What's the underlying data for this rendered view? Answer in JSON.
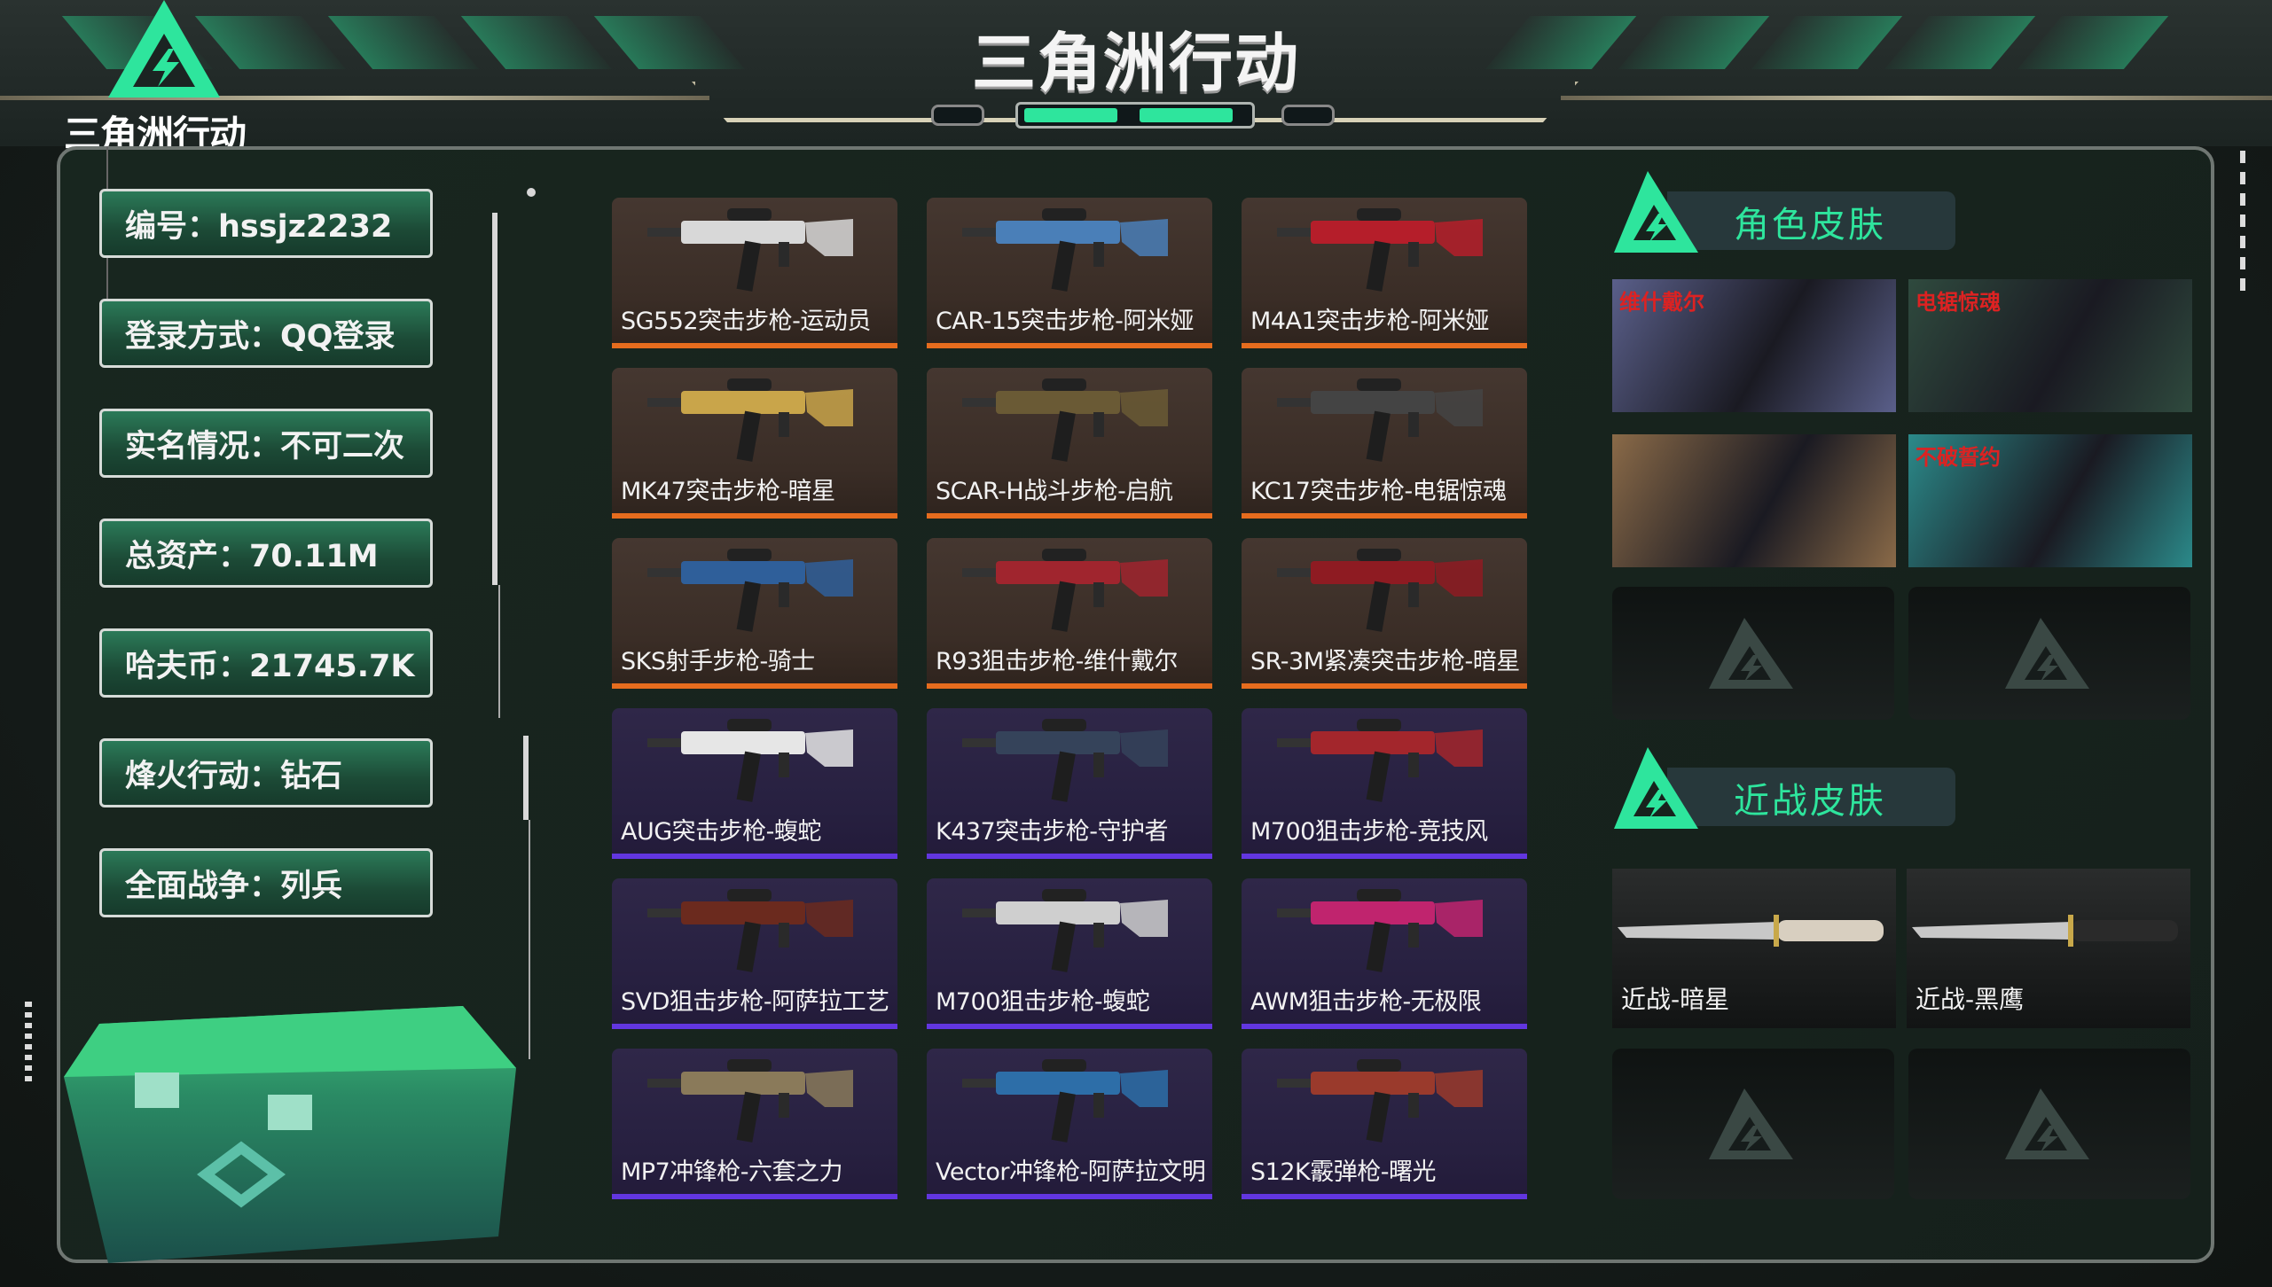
{
  "header": {
    "title": "三角洲行动",
    "logo_text": "三角洲行动"
  },
  "colors": {
    "accent": "#2ee59d",
    "rare_bar": "#e66c1e",
    "epic_bar": "#6236e0"
  },
  "account": [
    {
      "text": "编号：hssjz2232"
    },
    {
      "text": "登录方式：QQ登录"
    },
    {
      "text": "实名情况：不可二次"
    },
    {
      "text": "总资产：70.11M"
    },
    {
      "text": "哈夫币：21745.7K"
    },
    {
      "text": "烽火行动：钻石"
    },
    {
      "text": "全面战争：列兵"
    }
  ],
  "weapons": [
    {
      "label": "SG552突击步枪-运动员",
      "tier": "orange",
      "color": "#d8d8d8"
    },
    {
      "label": "CAR-15突击步枪-阿米娅",
      "tier": "orange",
      "color": "#4a7fb8"
    },
    {
      "label": "M4A1突击步枪-阿米娅",
      "tier": "orange",
      "color": "#b51e2a"
    },
    {
      "label": "MK47突击步枪-暗星",
      "tier": "orange",
      "color": "#c9a54a"
    },
    {
      "label": "SCAR-H战斗步枪-启航",
      "tier": "orange",
      "color": "#6a5a35"
    },
    {
      "label": "KC17突击步枪-电锯惊魂",
      "tier": "orange",
      "color": "#444444"
    },
    {
      "label": "SKS射手步枪-骑士",
      "tier": "orange",
      "color": "#2f5f9a"
    },
    {
      "label": "R93狙击步枪-维什戴尔",
      "tier": "orange",
      "color": "#a0252e"
    },
    {
      "label": "SR-3M紧凑突击步枪-暗星",
      "tier": "orange",
      "color": "#8e1b22"
    },
    {
      "label": "AUG突击步枪-蝮蛇",
      "tier": "purple",
      "color": "#e6e6e6"
    },
    {
      "label": "K437突击步枪-守护者",
      "tier": "purple",
      "color": "#35435a"
    },
    {
      "label": "M700狙击步枪-竞技风",
      "tier": "purple",
      "color": "#a3262c"
    },
    {
      "label": "SVD狙击步枪-阿萨拉工艺",
      "tier": "purple",
      "color": "#6b2a1e"
    },
    {
      "label": "M700狙击步枪-蝮蛇",
      "tier": "purple",
      "color": "#cfcfcf"
    },
    {
      "label": "AWM狙击步枪-无极限",
      "tier": "purple",
      "color": "#c0246e"
    },
    {
      "label": "MP7冲锋枪-六套之力",
      "tier": "purple",
      "color": "#8a7a5a"
    },
    {
      "label": "Vector冲锋枪-阿萨拉文明",
      "tier": "purple",
      "color": "#2d6ea8"
    },
    {
      "label": "S12K霰弹枪-曙光",
      "tier": "purple",
      "color": "#9a3a2c"
    }
  ],
  "character_skins": {
    "title": "角色皮肤",
    "items": [
      {
        "caption": "维什戴尔",
        "bg": "#5a5f8a"
      },
      {
        "caption": "电锯惊魂",
        "bg": "#2f4a3e"
      },
      {
        "caption": "",
        "bg": "#8a6a48"
      },
      {
        "caption": "不破誓约",
        "bg": "#2b8a8a"
      }
    ]
  },
  "melee_skins": {
    "title": "近战皮肤",
    "items": [
      {
        "label": "近战-暗星"
      },
      {
        "label": "近战-黑鹰"
      }
    ]
  }
}
